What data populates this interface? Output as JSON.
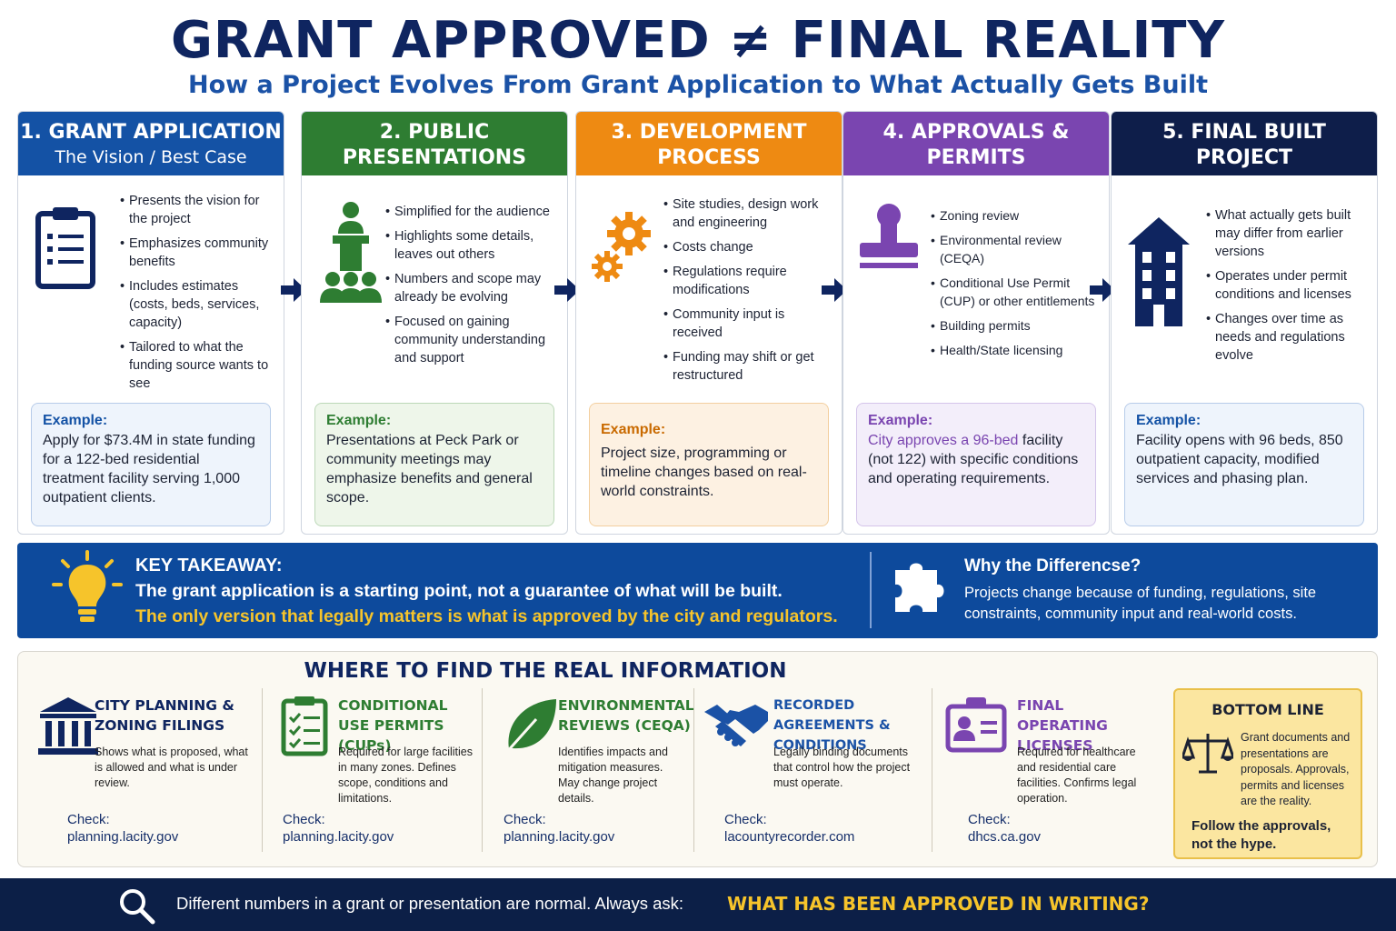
{
  "header": {
    "title": "GRANT APPROVED ≠ FINAL REALITY",
    "subtitle": "How a Project Evolves From Grant Application to What Actually Gets Built"
  },
  "stages": [
    {
      "number_title": "1. GRANT APPLICATION",
      "subtitle": "The Vision / Best Case",
      "icon": "clipboard-icon",
      "color": "#1452a5",
      "bullets": [
        "Presents the vision for the project",
        "Emphasizes community benefits",
        "Includes estimates (costs, beds, services, capacity)",
        "Tailored to what the funding source wants to see"
      ],
      "example_label": "Example:",
      "example_text": "Apply for $73.4M in state funding for a 122-bed residential treatment facility serving 1,000 outpatient clients."
    },
    {
      "number_title": "2. PUBLIC PRESENTATIONS",
      "subtitle": "The Simplified Message",
      "icon": "podium-audience-icon",
      "color": "#2e7d32",
      "bullets": [
        "Simplified for the audience",
        "Highlights some details, leaves out others",
        "Numbers and scope may already be evolving",
        "Focused on gaining community understanding and support"
      ],
      "example_label": "Example:",
      "example_text": "Presentations at Peck Park or community meetings may emphasize benefits and general scope."
    },
    {
      "number_title": "3. DEVELOPMENT PROCESS",
      "subtitle": "Reality Sets In",
      "icon": "gears-icon",
      "color": "#ee8a12",
      "bullets": [
        "Site studies, design work and engineering",
        "Costs change",
        "Regulations require modifications",
        "Community input is received",
        "Funding may shift or get restructured"
      ],
      "example_label": "Example:",
      "example_text": "Project size, programming or timeline changes based on real-world constraints."
    },
    {
      "number_title": "4. APPROVALS & PERMITS",
      "subtitle": "What's Officially Allowed",
      "icon": "stamp-icon",
      "color": "#7a45b0",
      "bullets": [
        "Zoning review",
        "Environmental review (CEQA)",
        "Conditional Use Permit (CUP) or other entitlements",
        "Building permits",
        "Health/State licensing"
      ],
      "example_label": "Example:",
      "example_text_highlight": "City approves a 96-bed",
      "example_text": " facility (not 122) with specific conditions and operating requirements."
    },
    {
      "number_title": "5. FINAL BUILT PROJECT",
      "subtitle": "The End Result",
      "icon": "building-icon",
      "color": "#0e1e4a",
      "bullets": [
        "What actually gets built may differ from earlier versions",
        "Operates under permit conditions and licenses",
        "Changes over time as needs and regulations evolve"
      ],
      "example_label": "Example:",
      "example_text": "Facility opens with 96 beds, 850 outpatient capacity, modified services and phasing plan."
    }
  ],
  "takeaway": {
    "label": "KEY TAKEAWAY:",
    "line1": "The grant application is a starting point, not a guarantee of what will be built.",
    "line2": "The only version that legally matters is what is approved by the city and regulators.",
    "why_label": "Why the Differencse?",
    "why_text": "Projects change because of funding, regulations, site constraints, community input and real-world costs."
  },
  "info": {
    "title": "WHERE TO FIND THE REAL INFORMATION",
    "sources": [
      {
        "icon": "columns-building-icon",
        "title": "CITY PLANNING & ZONING FILINGS",
        "color": "#0f2560",
        "desc": "Shows what is proposed, what is allowed and what is under review.",
        "check": "Check:",
        "url": "planning.lacity.gov"
      },
      {
        "icon": "checklist-icon",
        "title": "CONDITIONAL USE PERMITS (CUPs)",
        "color": "#2e7d32",
        "desc": "Required for large facilities in many zones. Defines scope, conditions and limitations.",
        "check": "Check:",
        "url": "planning.lacity.gov"
      },
      {
        "icon": "leaf-icon",
        "title": "ENVIRONMENTAL REVIEWS (CEQA)",
        "color": "#2e7d32",
        "desc": "Identifies impacts and mitigation measures. May change project details.",
        "check": "Check:",
        "url": "planning.lacity.gov"
      },
      {
        "icon": "handshake-icon",
        "title": "RECORDED AGREEMENTS & CONDITIONS",
        "color": "#1b52a6",
        "desc": "Legally binding documents that control how the project must operate.",
        "check": "Check:",
        "url": "lacountyrecorder.com"
      },
      {
        "icon": "id-badge-icon",
        "title": "FINAL OPERATING LICENSES",
        "color": "#7a45b0",
        "desc": "Required for healthcare and residential care facilities. Confirms legal operation.",
        "check": "Check:",
        "url": "dhcs.ca.gov"
      }
    ],
    "bottom_line": {
      "title": "BOTTOM LINE",
      "icon": "scales-icon",
      "text": "Grant documents and presentations are proposals. Approvals, permits and licenses are the reality.",
      "follow": "Follow the approvals, not the hype."
    }
  },
  "footer": {
    "icon": "magnifier-icon",
    "text": "Different numbers in a grant or presentation are normal. Always ask:",
    "question": "WHAT HAS BEEN APPROVED IN WRITING?"
  }
}
